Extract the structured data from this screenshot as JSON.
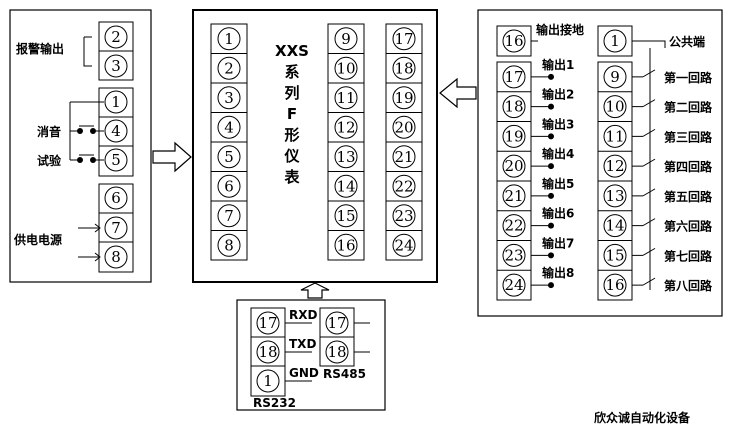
{
  "left_panel": {
    "alarm_output": "报警输出",
    "mute": "消音",
    "test": "试验",
    "power_supply": "供电电源",
    "terminals": [
      "2",
      "3",
      "1",
      "4",
      "5",
      "6",
      "7",
      "8"
    ]
  },
  "center_panel": {
    "title_latin": "XXS",
    "title_chars": [
      "系",
      "列",
      "F",
      "形",
      "仪",
      "表"
    ],
    "col1": [
      "1",
      "2",
      "3",
      "4",
      "5",
      "6",
      "7",
      "8"
    ],
    "col2": [
      "9",
      "10",
      "11",
      "12",
      "13",
      "14",
      "15",
      "16"
    ],
    "col3": [
      "17",
      "18",
      "19",
      "20",
      "21",
      "22",
      "23",
      "24"
    ]
  },
  "right_panel": {
    "ground_label": "输出接地",
    "ground_terminal": "16",
    "common_label": "公共端",
    "common_terminal": "1",
    "outputs": [
      {
        "terminal": "17",
        "label": "输出1"
      },
      {
        "terminal": "18",
        "label": "输出2"
      },
      {
        "terminal": "19",
        "label": "输出3"
      },
      {
        "terminal": "20",
        "label": "输出4"
      },
      {
        "terminal": "21",
        "label": "输出5"
      },
      {
        "terminal": "22",
        "label": "输出6"
      },
      {
        "terminal": "23",
        "label": "输出7"
      },
      {
        "terminal": "24",
        "label": "输出8"
      }
    ],
    "loops": [
      {
        "terminal": "9",
        "label": "第一回路"
      },
      {
        "terminal": "10",
        "label": "第二回路"
      },
      {
        "terminal": "11",
        "label": "第三回路"
      },
      {
        "terminal": "12",
        "label": "第四回路"
      },
      {
        "terminal": "13",
        "label": "第五回路"
      },
      {
        "terminal": "14",
        "label": "第六回路"
      },
      {
        "terminal": "15",
        "label": "第七回路"
      },
      {
        "terminal": "16",
        "label": "第八回路"
      }
    ]
  },
  "bottom_panel": {
    "rs232": {
      "label": "RS232",
      "terminals": [
        "17",
        "18",
        "1"
      ],
      "signals": [
        "RXD",
        "TXD",
        "GND"
      ]
    },
    "rs485": {
      "label": "RS485",
      "terminals": [
        "17",
        "18"
      ]
    }
  },
  "footer": "欣众诚自动化设备"
}
